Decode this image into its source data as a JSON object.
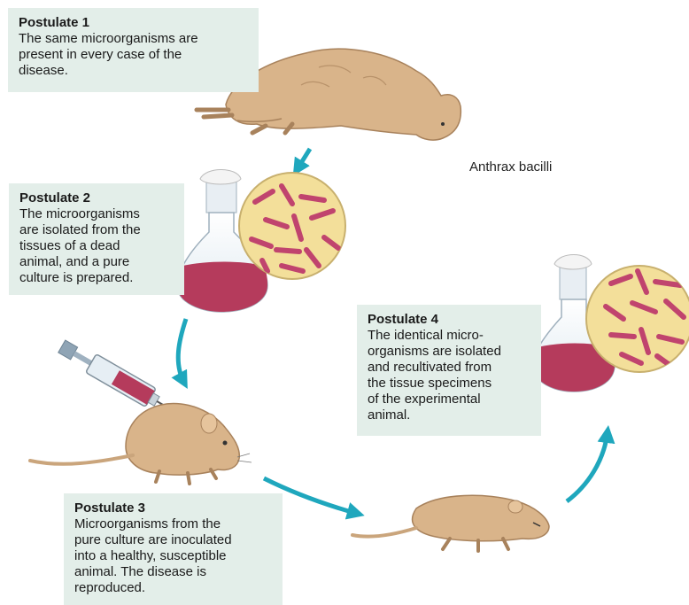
{
  "postulates": [
    {
      "title": "Postulate 1",
      "text": "The same microorganisms are\npresent in every case of the\ndisease."
    },
    {
      "title": "Postulate 2",
      "text": "The microorganisms\nare isolated from the\ntissues of a dead\nanimal, and a pure\nculture is prepared."
    },
    {
      "title": "Postulate 3",
      "text": "Microorganisms from the\npure culture are inoculated\ninto a healthy, susceptible\nanimal. The disease is\nreproduced."
    },
    {
      "title": "Postulate 4",
      "text": "The identical micro-\norganisms are isolated\nand recultivated from\nthe tissue specimens\nof the experimental\nanimal."
    }
  ],
  "anthrax_label": "Anthrax bacilli",
  "colors": {
    "box_bg": "#e3eee9",
    "arrow": "#1fa7bd",
    "animal": "#d9b48a",
    "animal_dark": "#a8825c",
    "culture": "#b53b5c",
    "circle_bg": "#f3df9a",
    "bacilli": "#c0446e"
  },
  "icons": [
    "dead-sheep-icon",
    "culture-flask-icon",
    "bacilli-circle-icon",
    "syringe-icon",
    "healthy-mouse-icon",
    "dead-mouse-icon",
    "flask-icon",
    "bacilli-circle-icon"
  ]
}
